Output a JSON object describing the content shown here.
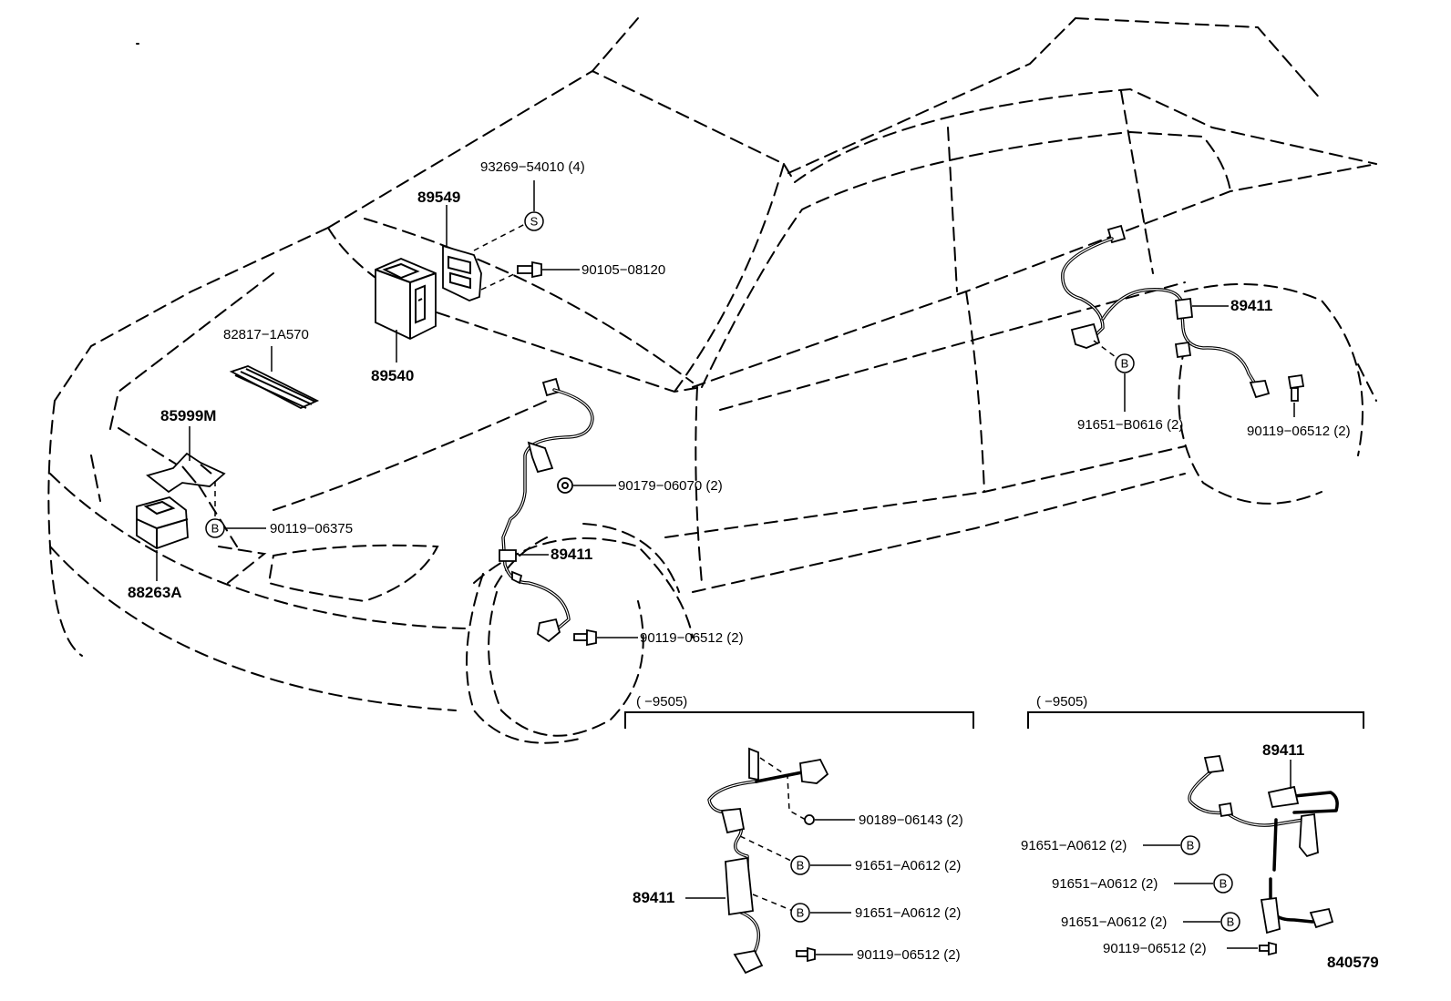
{
  "labels": {
    "p93269": "93269−54010 (4)",
    "p89549": "89549",
    "p90105": "90105−08120",
    "p89540": "89540",
    "p82817": "82817−1A570",
    "p85999": "85999M",
    "p88263": "88263A",
    "p90119_06375": "90119−06375",
    "p90179": "90179−06070 (2)",
    "p89411_front": "89411",
    "p90119_front": "90119−06512 (2)",
    "p89411_rear": "89411",
    "p91651_b0616": "91651−B0616 (2)",
    "p90119_rear": "90119−06512 (2)"
  },
  "inset_left": {
    "range": "(      −9505)",
    "p90189": "90189−06143 (2)",
    "p91651_a": "91651−A0612 (2)",
    "p91651_b": "91651−A0612 (2)",
    "p90119": "90119−06512 (2)",
    "p89411": "89411"
  },
  "inset_right": {
    "range": "(      −9505)",
    "p89411": "89411",
    "p91651_a": "91651−A0612 (2)",
    "p91651_b": "91651−A0612 (2)",
    "p91651_c": "91651−A0612 (2)",
    "p90119": "90119−06512 (2)"
  },
  "markers": {
    "s": "S",
    "b": "B"
  },
  "figure_id": "840579"
}
